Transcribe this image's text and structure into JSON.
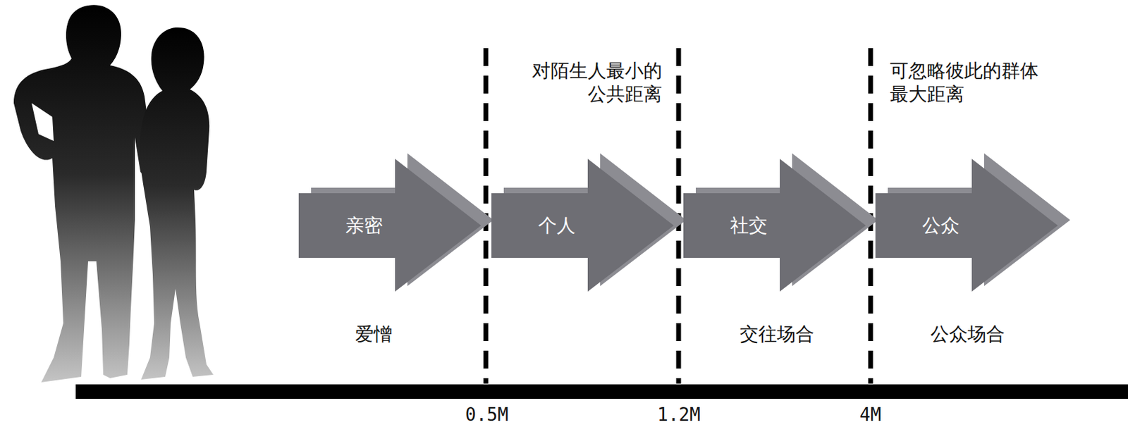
{
  "diagram": {
    "nodes": [
      {
        "text": [
          "亲密"
        ]
      },
      {
        "text": [
          "个人"
        ]
      },
      {
        "text": [
          "社交"
        ]
      },
      {
        "text": [
          "公众"
        ]
      }
    ],
    "labels": [
      "对陌生人最小的 公共距离",
      "可忽略彼此的群体 最大距离",
      "爱憎",
      "交往场合",
      "公众场合",
      "0.5M",
      "1.2M",
      "4M"
    ]
  }
}
